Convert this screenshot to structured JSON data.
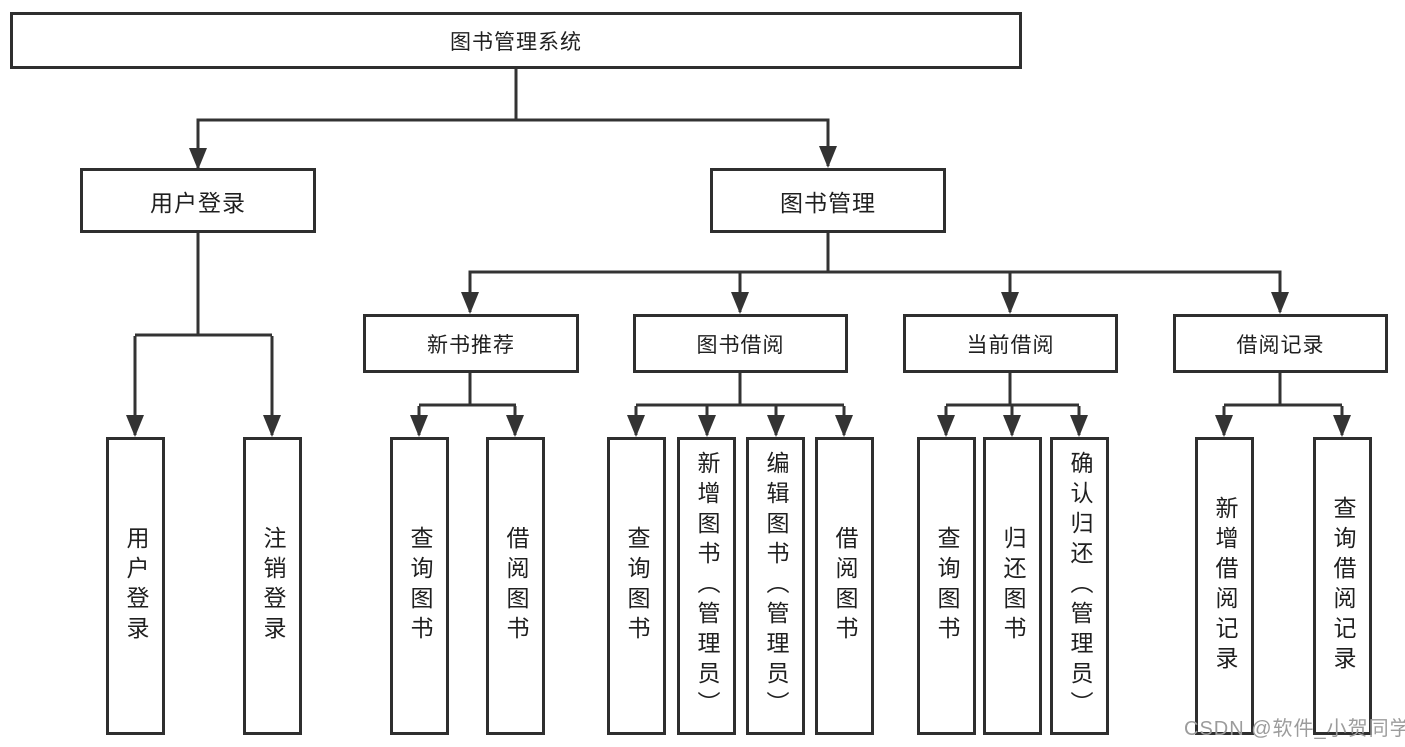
{
  "tree": {
    "root": "图书管理系统",
    "login": {
      "label": "用户登录",
      "children": [
        "用户登录",
        "注销登录"
      ]
    },
    "management": {
      "label": "图书管理",
      "groups": [
        {
          "label": "新书推荐",
          "children": [
            "查询图书",
            "借阅图书"
          ]
        },
        {
          "label": "图书借阅",
          "children": [
            "查询图书",
            "新增图书（管理员）",
            "编辑图书（管理员）",
            "借阅图书"
          ]
        },
        {
          "label": "当前借阅",
          "children": [
            "查询图书",
            "归还图书",
            "确认归还（管理员）"
          ]
        },
        {
          "label": "借阅记录",
          "children": [
            "新增借阅记录",
            "查询借阅记录"
          ]
        }
      ]
    }
  },
  "watermark": "CSDN @软件_小贺同学",
  "colors": {
    "line": "#333333",
    "box_border": "#2f2f2f",
    "text": "#1f1f1f",
    "watermark": "#9c9c9c",
    "background": "#ffffff"
  }
}
